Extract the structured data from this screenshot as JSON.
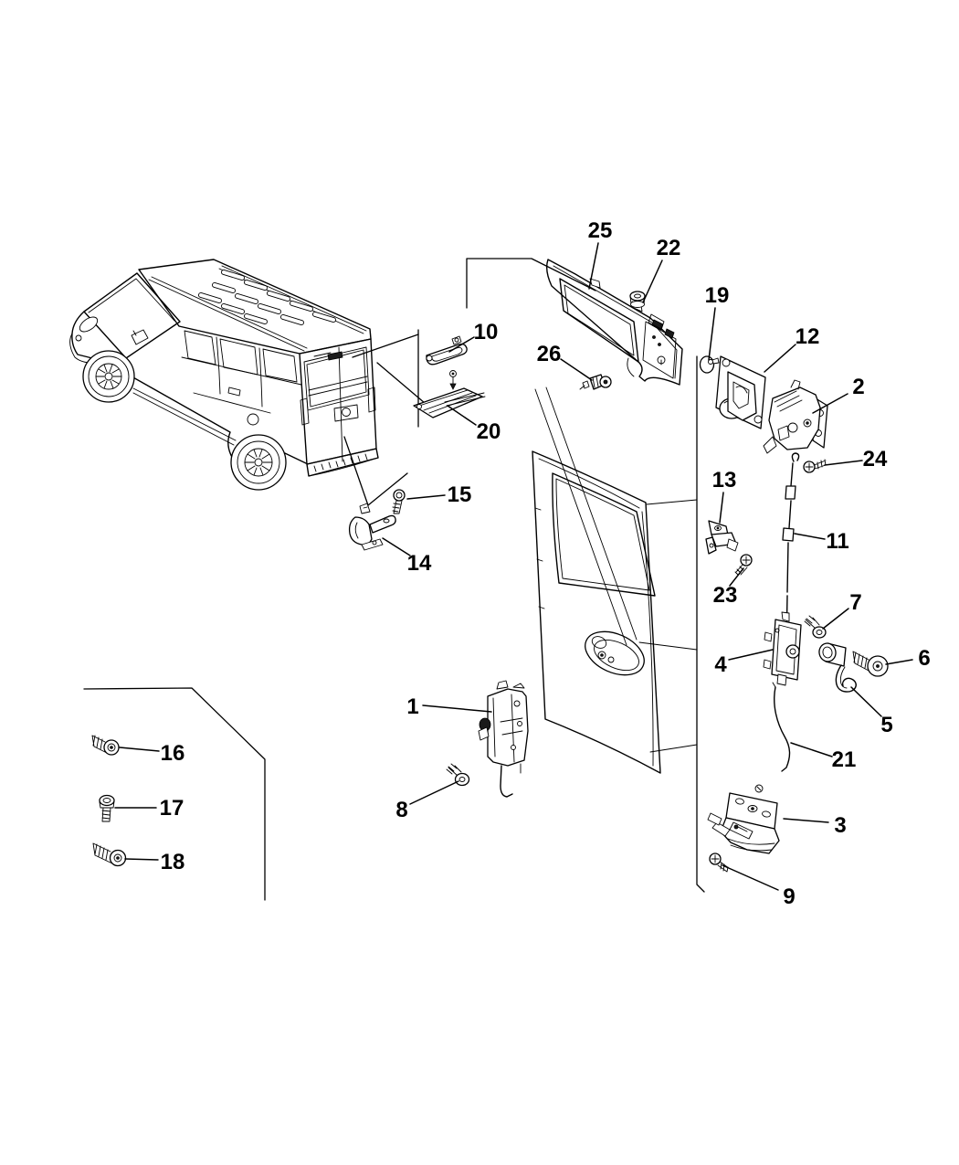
{
  "diagram": {
    "background_color": "#ffffff",
    "line_color": "#000000",
    "callouts": {
      "c1": "1",
      "c2": "2",
      "c3": "3",
      "c4": "4",
      "c5": "5",
      "c6": "6",
      "c7": "7",
      "c8": "8",
      "c9": "9",
      "c10": "10",
      "c11": "11",
      "c12": "12",
      "c13": "13",
      "c14": "14",
      "c15": "15",
      "c16": "16",
      "c17": "17",
      "c18": "18",
      "c19": "19",
      "c20": "20",
      "c21": "21",
      "c22": "22",
      "c23": "23",
      "c24": "24",
      "c25": "25",
      "c26": "26"
    }
  }
}
